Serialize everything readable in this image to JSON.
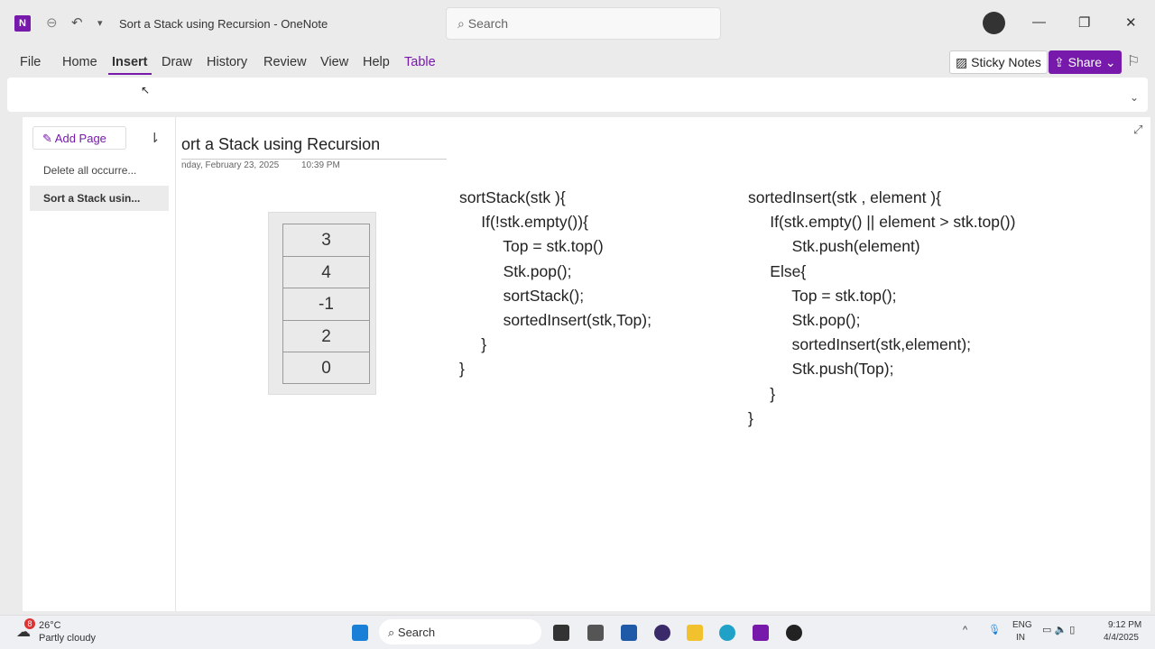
{
  "window": {
    "title": "Sort a Stack using Recursion  -  OneNote",
    "search_placeholder": "Search"
  },
  "menu": [
    "File",
    "Home",
    "Insert",
    "Draw",
    "History",
    "Review",
    "View",
    "Help",
    "Table"
  ],
  "active_menu": "Insert",
  "buttons": {
    "sticky": "Sticky Notes",
    "share": "Share ⌄",
    "add_page": "Add Page"
  },
  "pages": [
    "Delete all occurre...",
    "Sort a Stack usin..."
  ],
  "page": {
    "title": "ort a Stack using Recursion",
    "date": "nday, February 23, 2025",
    "time": "10:39 PM"
  },
  "stack": [
    "3",
    "4",
    "-1",
    "2",
    "0"
  ],
  "code1": [
    "sortStack(stk ){",
    "     If(!stk.empty()){",
    "          Top = stk.top()",
    "          Stk.pop();",
    "          sortStack();",
    "          sortedInsert(stk,Top);",
    "     }",
    "}"
  ],
  "code2": [
    "sortedInsert(stk , element ){",
    "     If(stk.empty() || element > stk.top())",
    "          Stk.push(element)",
    "     Else{",
    "          Top = stk.top();",
    "          Stk.pop();",
    "          sortedInsert(stk,element);",
    "          Stk.push(Top);",
    "     }",
    "}"
  ],
  "taskbar": {
    "temp": "26°C",
    "weather": "Partly cloudy",
    "badge": "8",
    "search": "Search",
    "lang1": "ENG",
    "lang2": "IN",
    "time": "9:12 PM",
    "date": "4/4/2025"
  },
  "colors": {
    "accent": "#7719aa"
  }
}
